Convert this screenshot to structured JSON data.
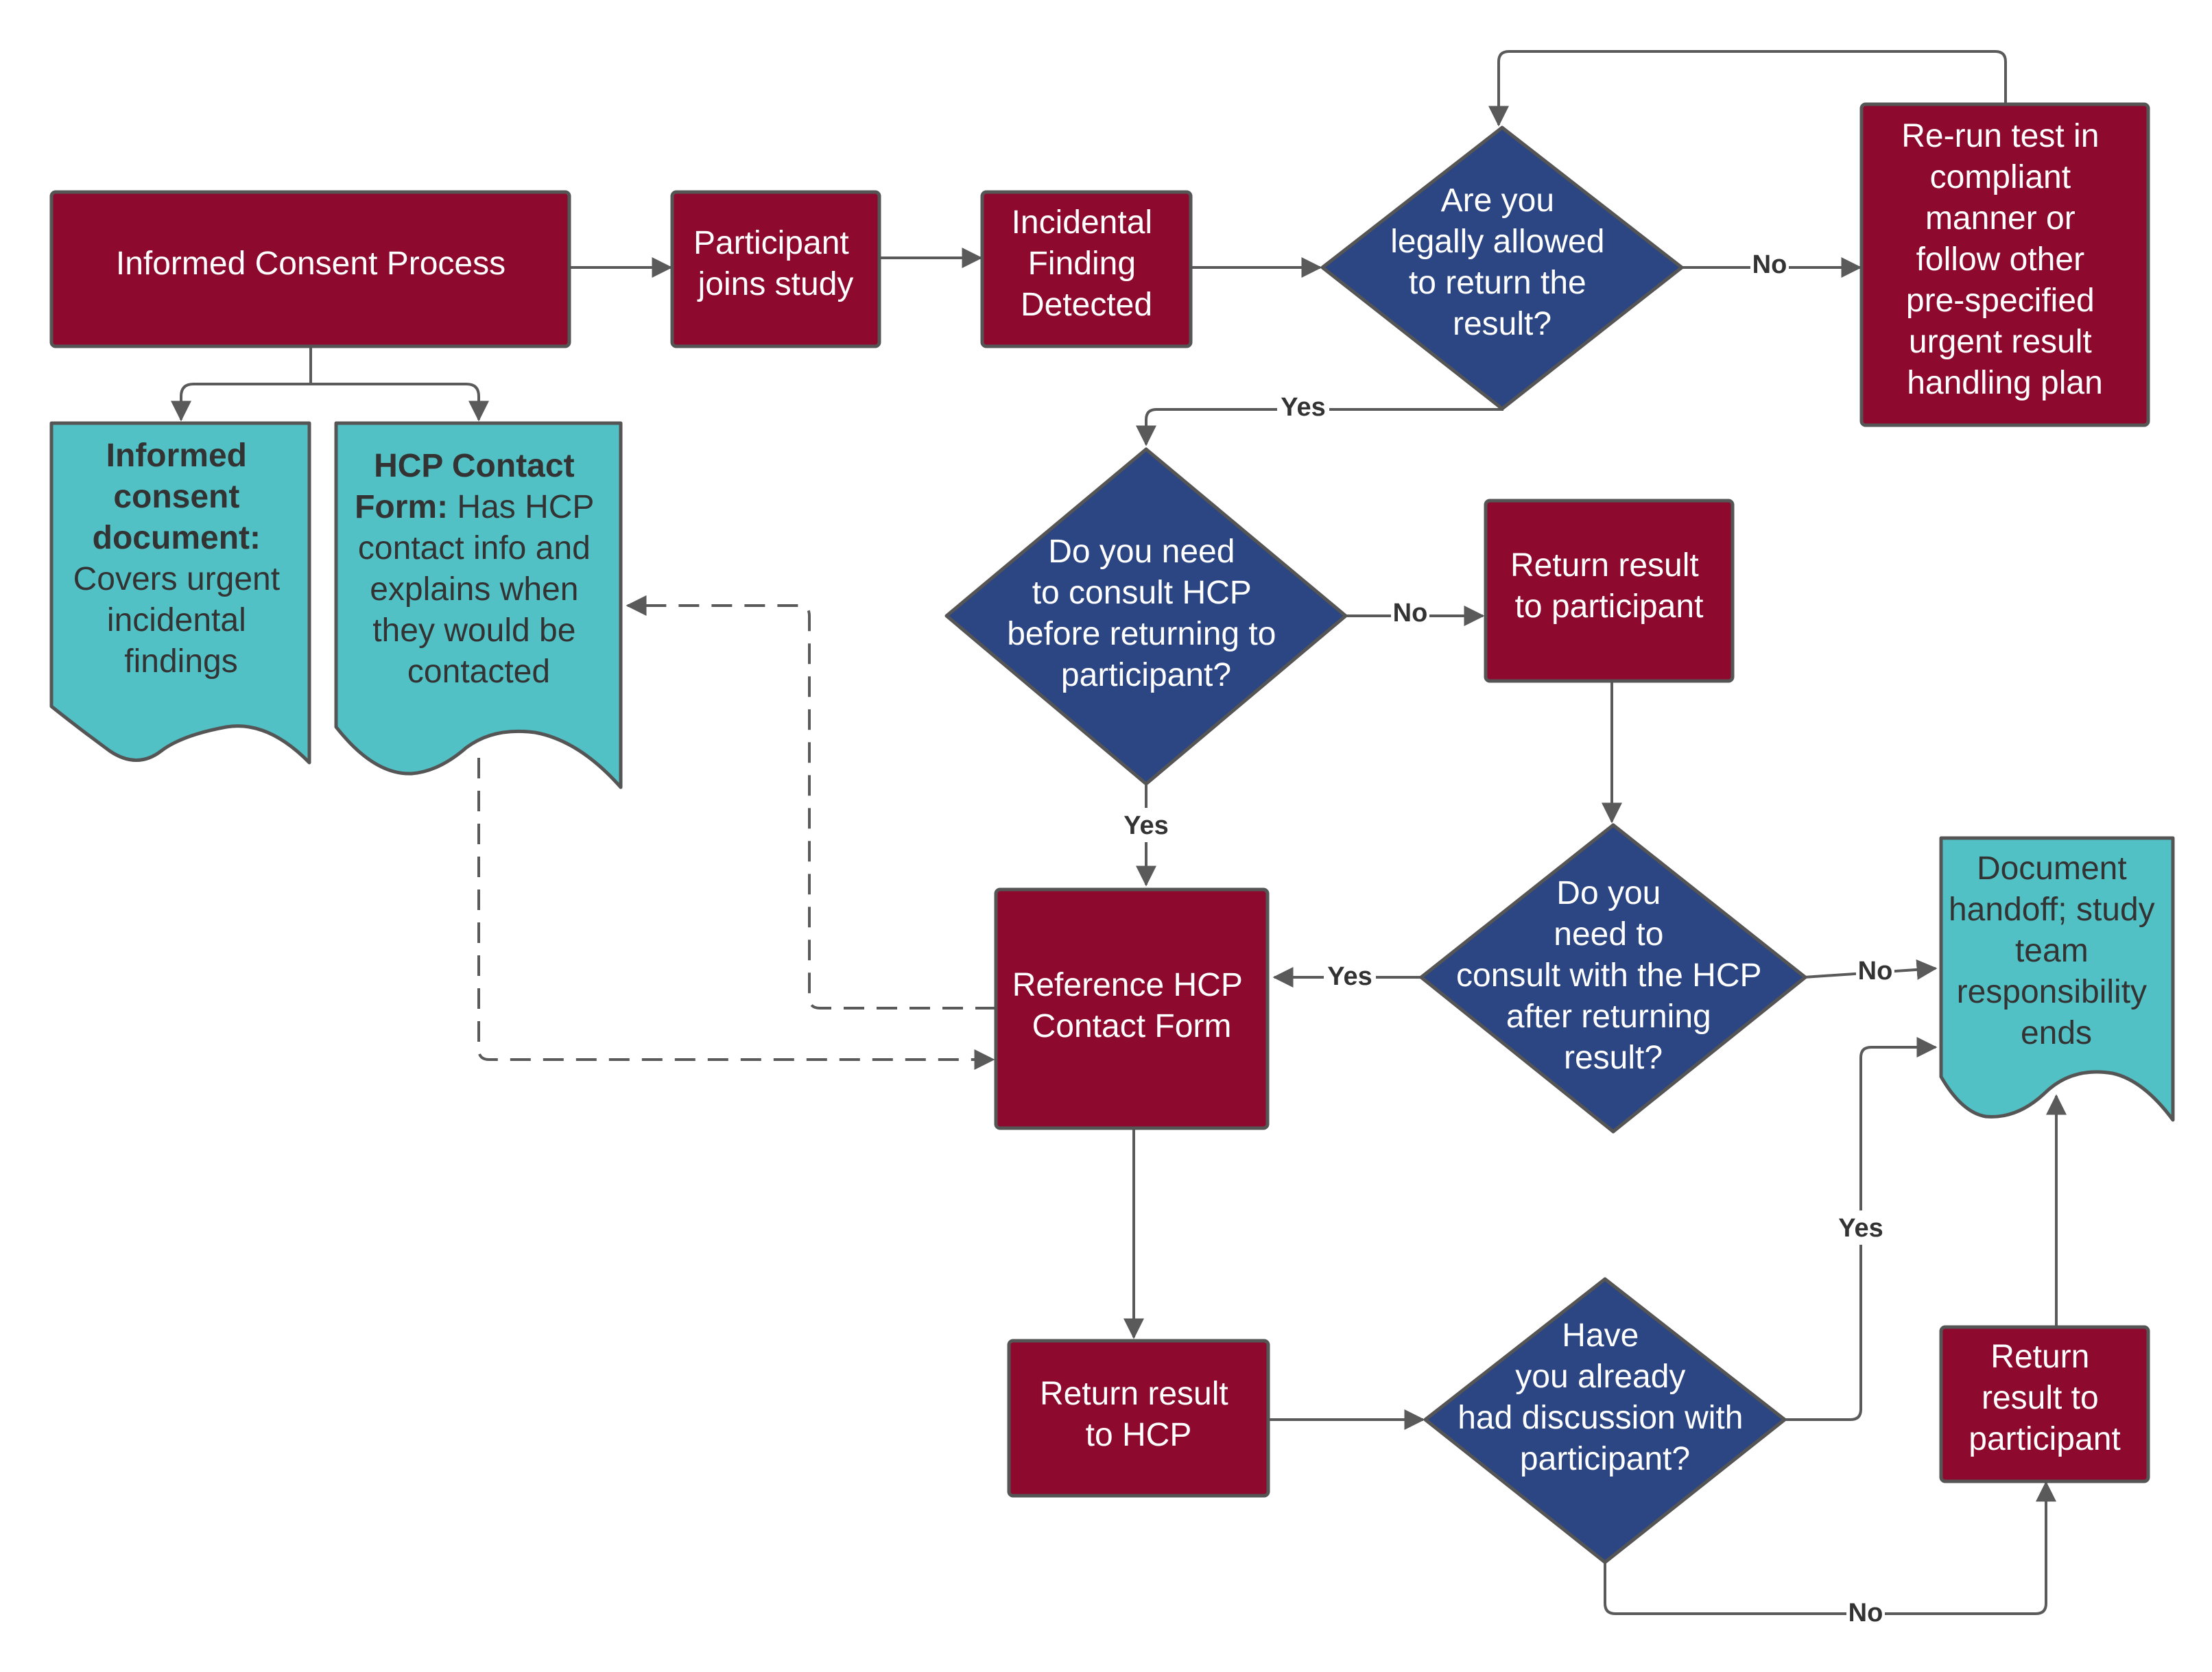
{
  "colors": {
    "process": "#8d0a2e",
    "decision": "#2c4583",
    "document": "#52c1c6",
    "line": "#5a5a5a"
  },
  "nodes": {
    "informed_consent_process": {
      "lines": [
        "Informed Consent Process"
      ]
    },
    "participant_joins": {
      "lines": [
        "Participant",
        "joins study"
      ]
    },
    "incidental_finding": {
      "lines": [
        "Incidental",
        "Finding",
        "Detected"
      ]
    },
    "legally_allowed": {
      "lines": [
        "Are you",
        "legally allowed",
        "to return the",
        "result?"
      ]
    },
    "rerun_test": {
      "lines": [
        "Re-run test in",
        "compliant",
        "manner or",
        "follow other",
        "pre-specified",
        "urgent result",
        "handling plan"
      ]
    },
    "consult_before": {
      "lines": [
        "Do you need",
        "to consult HCP",
        "before returning to",
        "participant?"
      ]
    },
    "return_to_participant_1": {
      "lines": [
        "Return result",
        "to participant"
      ]
    },
    "consult_after": {
      "lines": [
        "Do you",
        "need to",
        "consult with the HCP",
        "after returning",
        "result?"
      ]
    },
    "reference_form": {
      "lines": [
        "Reference HCP",
        "Contact Form"
      ]
    },
    "return_to_hcp": {
      "lines": [
        "Return result",
        "to HCP"
      ]
    },
    "had_discussion": {
      "lines": [
        "Have",
        "you already",
        "had discussion with",
        "participant?"
      ]
    },
    "return_to_participant_2": {
      "lines": [
        "Return",
        "result to",
        "participant"
      ]
    },
    "document_handoff": {
      "lines": [
        "Document",
        "handoff; study",
        "team",
        "responsibility",
        "ends"
      ]
    },
    "consent_document": {
      "bold_lines": [
        "Informed",
        "consent",
        "document:"
      ],
      "lines": [
        "Covers urgent",
        "incidental",
        "findings"
      ]
    },
    "hcp_contact_form": {
      "bold_1": "HCP Contact",
      "bold_2": "Form:",
      "line_2_rest": " Has HCP",
      "lines": [
        "contact info and",
        "explains when",
        "they would be",
        "contacted"
      ]
    }
  },
  "edge_labels": {
    "legal_no": "No",
    "legal_yes": "Yes",
    "consult_before_no": "No",
    "consult_before_yes": "Yes",
    "consult_after_yes": "Yes",
    "consult_after_no": "No",
    "discussion_yes": "Yes",
    "discussion_no": "No"
  }
}
